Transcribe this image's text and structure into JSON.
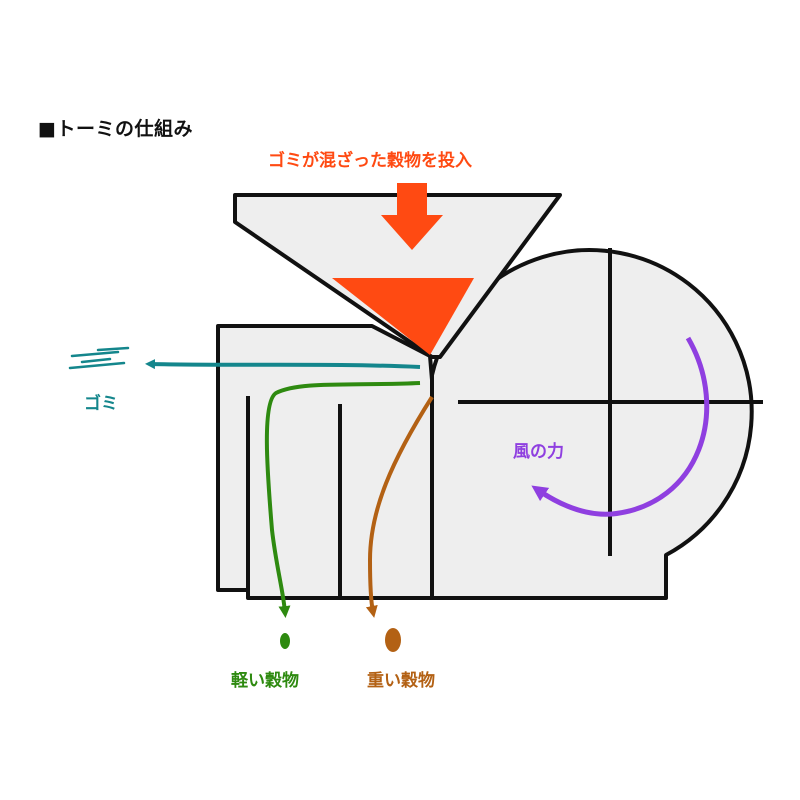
{
  "title": "■トーミの仕組み",
  "labels": {
    "input": "ゴミが混ざった穀物を投入",
    "dust": "ゴミ",
    "wind": "風の力",
    "light": "軽い穀物",
    "heavy": "重い穀物"
  },
  "colors": {
    "input": "#ff4a12",
    "dust": "#14868c",
    "wind": "#8f3fe0",
    "light": "#2e8a10",
    "heavy": "#b36114",
    "machine_fill": "#eeeeee",
    "outline": "#111111"
  }
}
